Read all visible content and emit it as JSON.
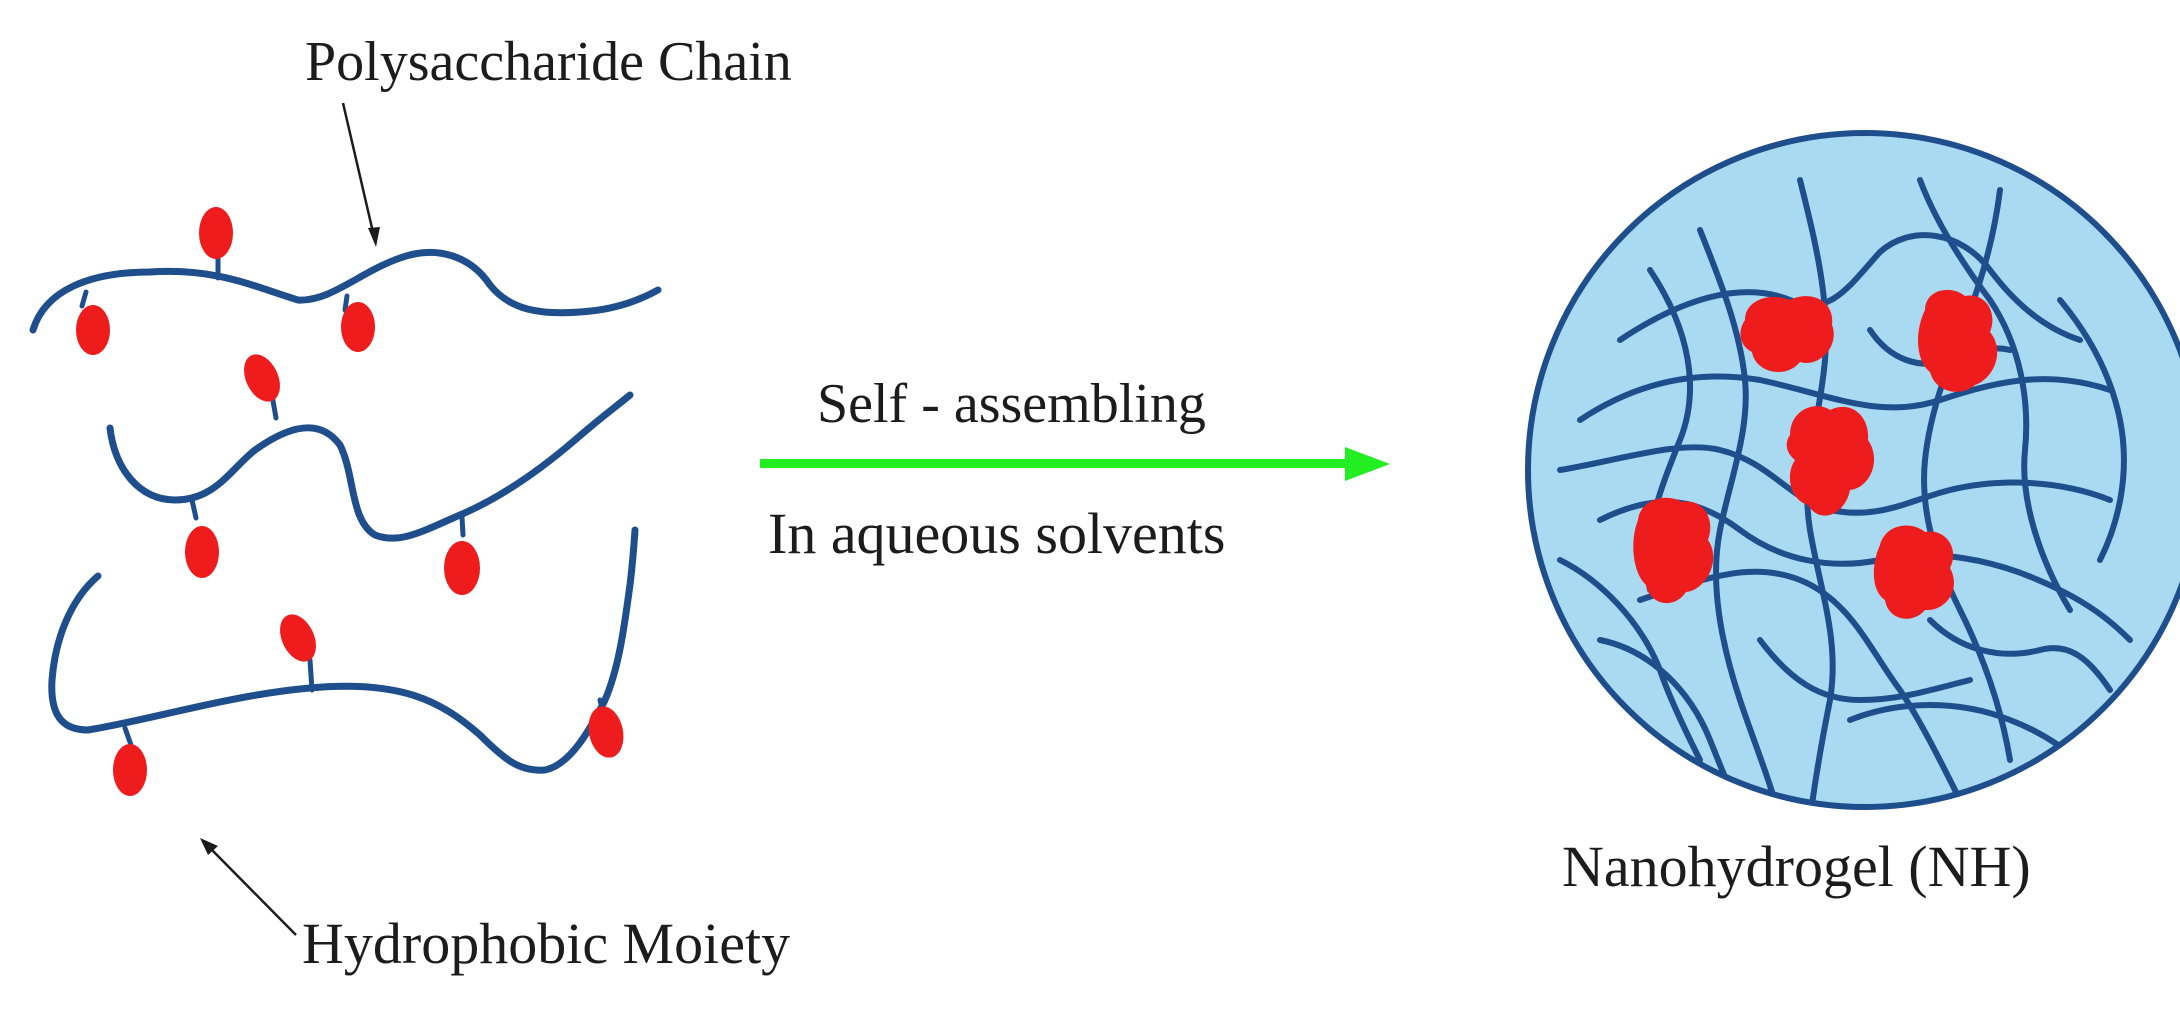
{
  "labels": {
    "polysaccharide_chain": "Polysaccharide Chain",
    "hydrophobic_moiety": "Hydrophobic Moiety",
    "self_assembling": "Self - assembling",
    "in_aqueous_solvents": "In aqueous solvents",
    "nanohydrogel": "Nanohydrogel (NH)"
  },
  "colors": {
    "chain": "#1f4e8c",
    "moiety": "#ee1c1c",
    "arrow": "#22ee22",
    "sphere_fill": "#a9daf2",
    "sphere_edge": "#1f4e8c",
    "text": "#1c1c1c"
  }
}
